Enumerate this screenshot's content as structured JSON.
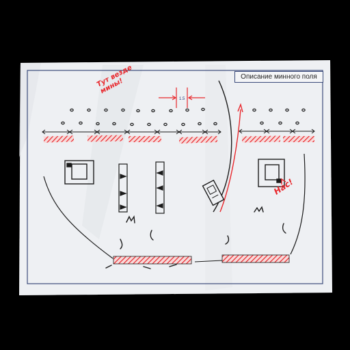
{
  "sheet": {
    "title": "Описание минного поля",
    "dimension_label": "1.5",
    "note_left_line1": "Тут везде",
    "note_left_line2": "мины!",
    "note_right": "Нас!"
  },
  "colors": {
    "paper": "#eef0f3",
    "ink_blue": "#2a3a7a",
    "ink_black": "#1a1a1a",
    "ink_red": "#e8262b",
    "background": "#000000"
  }
}
